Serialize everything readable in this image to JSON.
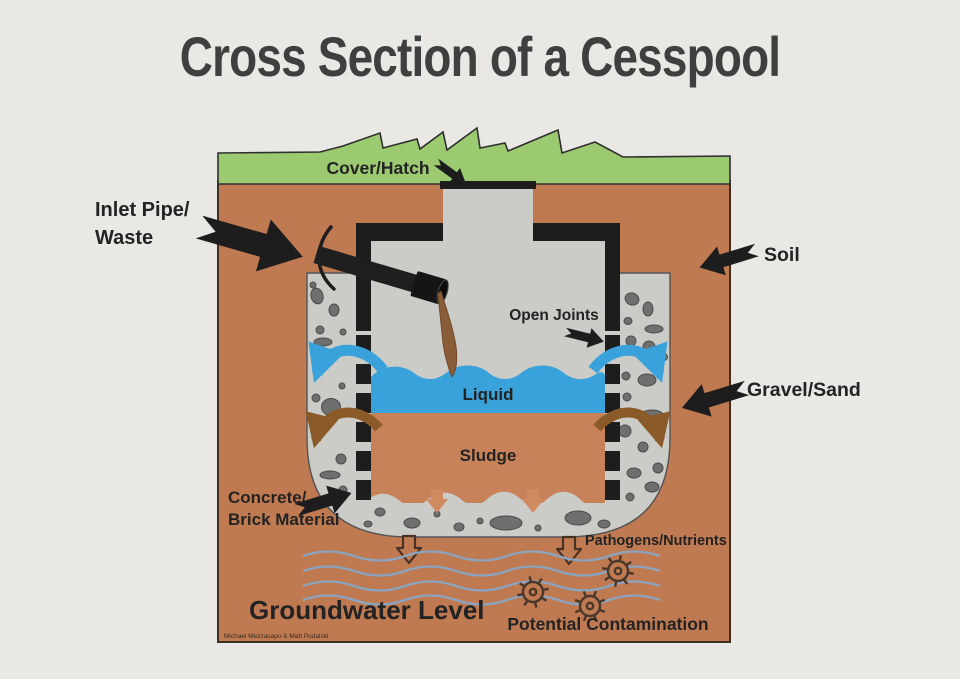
{
  "title": "Cross Section of a Cesspool",
  "credit": "Michael Mezzacapo & Matt Podalski",
  "labels": {
    "cover_hatch": "Cover/Hatch",
    "inlet_line1": "Inlet Pipe/",
    "inlet_line2": "Waste",
    "soil": "Soil",
    "open_joints": "Open Joints",
    "gravel_sand": "Gravel/Sand",
    "liquid": "Liquid",
    "sludge": "Sludge",
    "concrete_line1": "Concrete/",
    "concrete_line2": "Brick Material",
    "pathogens": "Pathogens/Nutrients",
    "groundwater": "Groundwater Level",
    "contamination": "Potential Contamination"
  },
  "colors": {
    "background": "#e9e8e5",
    "title": "#3f3f3f",
    "text": "#232323",
    "soil": "#c07a52",
    "soil_border": "#402e20",
    "grass": "#9cca70",
    "grass_outline": "#2f2f2f",
    "gravel": "#cbcbc8",
    "gravel_outline": "#545454",
    "sludge": "#c8825a",
    "liquid": "#3aa2db",
    "wall": "#1d1d1d",
    "arrow_black": "#1d1d1d",
    "arrow_brown": "#8a5a28",
    "waste": "#8a5c38",
    "waste_edge": "#6b4425",
    "pebble": "#6f6f6f",
    "pebble_outline": "#4b4b4b",
    "groundwater_line": "#8ba4bf",
    "pathogen": "#49372a",
    "seep_arrow": "#cf8a5f",
    "outline_arrow_stroke": "#473122",
    "credit": "#3a2a1c"
  }
}
